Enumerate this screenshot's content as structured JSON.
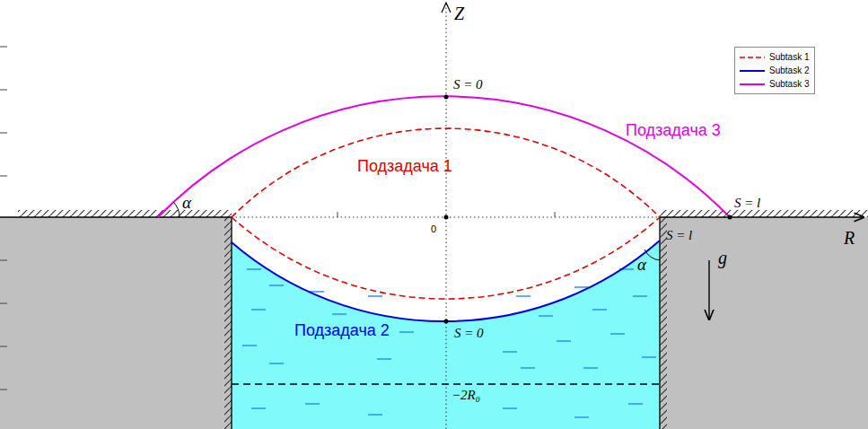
{
  "diagram": {
    "labels": [
      "Z",
      "S = 0",
      "Подзадача 3",
      "Подзадача 1",
      "α",
      "S = l",
      "0",
      "R",
      "S = l",
      "α",
      "Подзадача 2",
      "S = 0",
      "−2R₀",
      "g⃗"
    ],
    "legend": [
      {
        "text": "Subtask 1"
      },
      {
        "text": "Subtask 2"
      },
      {
        "text": "Subtask 3"
      }
    ]
  }
}
